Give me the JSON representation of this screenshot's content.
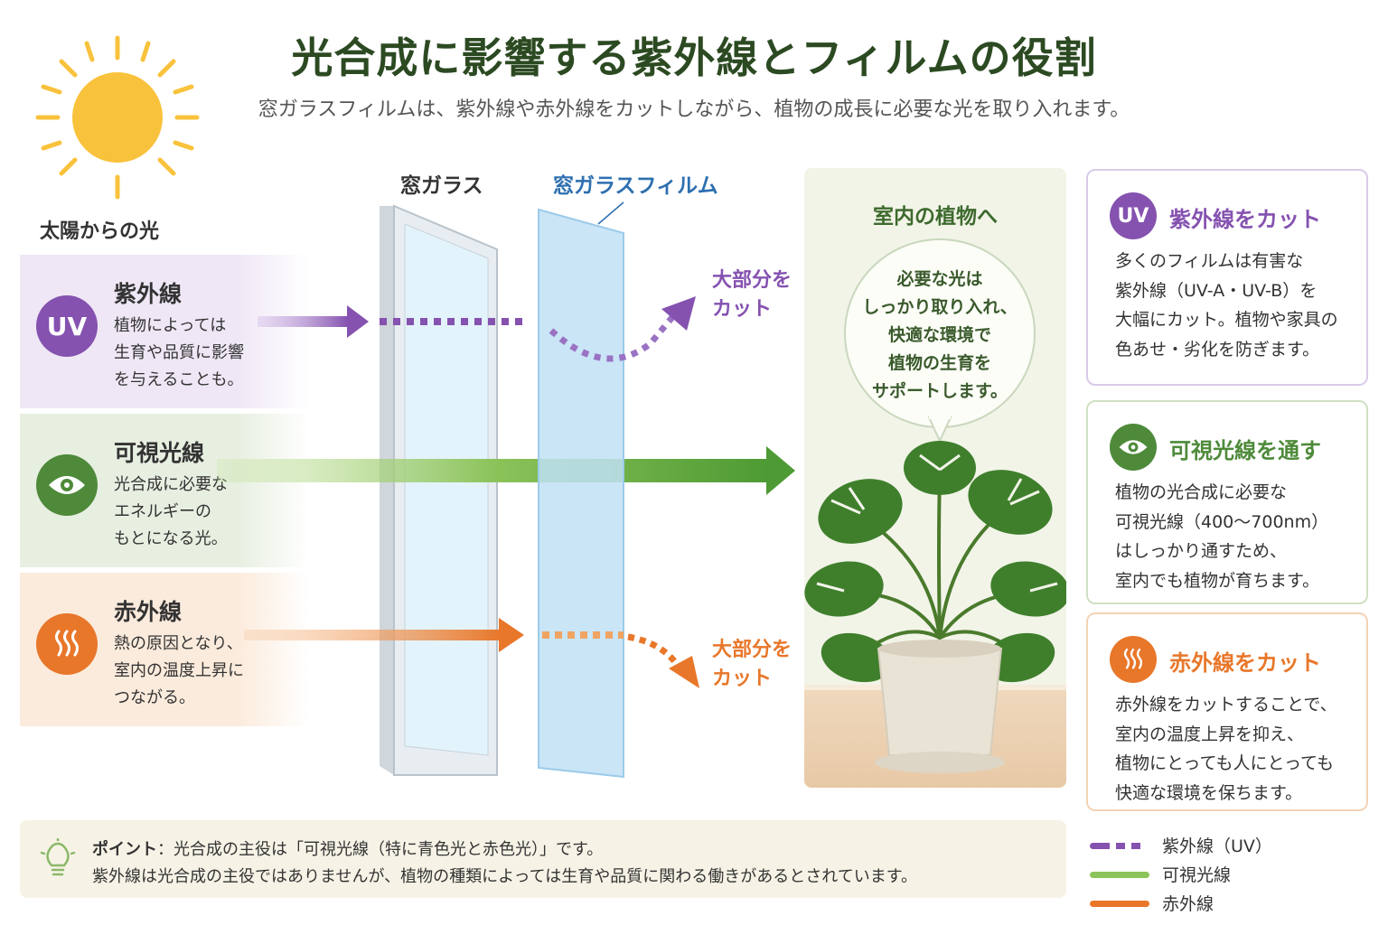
{
  "title": "光合成に影響する紫外線とフィルムの役割",
  "subtitle": "窓ガラスフィルムは、紫外線や赤外線をカットしながら、植物の成長に必要な光を取り入れます。",
  "sun_label": "太陽からの光",
  "rays": {
    "uv": {
      "badge": "UV",
      "title": "紫外線",
      "desc": "植物によっては\n生育や品質に影響\nを与えることも。"
    },
    "visible": {
      "title": "可視光線",
      "desc": "光合成に必要な\nエネルギーの\nもとになる光。"
    },
    "ir": {
      "title": "赤外線",
      "desc": "熱の原因となり、\n室内の温度上昇に\nつながる。"
    }
  },
  "glass_label": "窓ガラス",
  "film_label": "窓ガラスフィルム",
  "cut_label_uv": "大部分を\nカット",
  "cut_label_ir": "大部分を\nカット",
  "room": {
    "title": "室内の植物へ",
    "bubble": "必要な光は\nしっかり取り入れ、\n快適な環境で\n植物の生育を\nサポートします。"
  },
  "cards": {
    "uv": {
      "badge": "UV",
      "title": "紫外線をカット",
      "desc": "多くのフィルムは有害な\n紫外線（UV-A・UV-B）を\n大幅にカット。植物や家具の\n色あせ・劣化を防ぎます。"
    },
    "visible": {
      "title": "可視光線を通す",
      "desc": "植物の光合成に必要な\n可視光線（400〜700nm）\nはしっかり通すため、\n室内でも植物が育ちます。"
    },
    "ir": {
      "title": "赤外線をカット",
      "desc": "赤外線をカットすることで、\n室内の温度上昇を抑え、\n植物にとっても人にとっても\n快適な環境を保ちます。"
    }
  },
  "point": {
    "label": "ポイント",
    "line1": "：光合成の主役は「可視光線（特に青色光と赤色光）」です。",
    "line2": "紫外線は光合成の主役ではありませんが、植物の種類によっては生育や品質に関わる働きがあるとされています。"
  },
  "legend": [
    {
      "label": "紫外線（UV）",
      "color": "#8552b0",
      "style": "dashed"
    },
    {
      "label": "可視光線",
      "color": "#8cc35a",
      "style": "solid"
    },
    {
      "label": "赤外線",
      "color": "#e8772a",
      "style": "solid"
    }
  ],
  "colors": {
    "uv": "#8552b0",
    "visible": "#4e8a3a",
    "ir": "#e8772a",
    "sun": "#f9c23c",
    "title": "#2c4a22",
    "film": "#2d6fb0"
  },
  "icons": {
    "sun": "sun-icon",
    "uv": "uv-badge",
    "visible": "eye-icon",
    "ir": "heat-waves-icon",
    "point": "lightbulb-icon"
  }
}
